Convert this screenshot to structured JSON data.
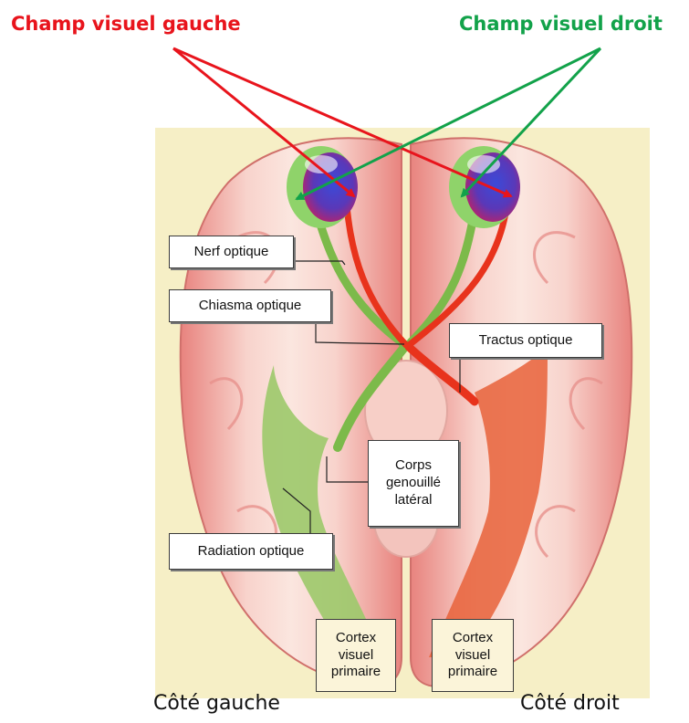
{
  "titles": {
    "left_field": "Champ visuel gauche",
    "right_field": "Champ visuel droit"
  },
  "colors": {
    "left_field": "#e8141c",
    "right_field": "#12a24a",
    "background_panel": "#f6efc6",
    "brain": "#f2a9a4"
  },
  "labels": {
    "optic_nerve": "Nerf optique",
    "optic_chiasm": "Chiasma optique",
    "optic_tract": "Tractus optique",
    "lgn_line1": "Corps",
    "lgn_line2": "genouillé",
    "lgn_line3": "latéral",
    "optic_radiation": "Radiation optique",
    "cortex_left_line1": "Cortex",
    "cortex_left_line2": "visuel",
    "cortex_left_line3": "primaire",
    "cortex_right_line1": "Cortex",
    "cortex_right_line2": "visuel",
    "cortex_right_line3": "primaire"
  },
  "sides": {
    "left": "Côté gauche",
    "right": "Côté droit"
  }
}
